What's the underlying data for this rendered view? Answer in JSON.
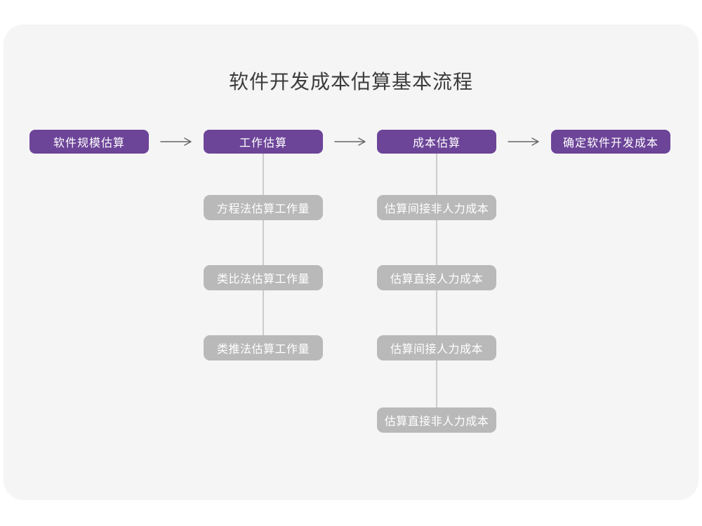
{
  "title": "软件开发成本估算基本流程",
  "flow": {
    "stages": [
      {
        "label": "软件规模估算"
      },
      {
        "label": "工作估算"
      },
      {
        "label": "成本估算"
      },
      {
        "label": "确定软件开发成本"
      }
    ]
  },
  "substeps": {
    "work_estimation": [
      "方程法估算工作量",
      "类比法估算工作量",
      "类推法估算工作量"
    ],
    "cost_estimation": [
      "估算间接非人力成本",
      "估算直接人力成本",
      "估算间接人力成本",
      "估算直接非人力成本"
    ]
  },
  "colors": {
    "stage_box": "#6c4498",
    "substep_box": "#b9b9b9",
    "card_background": "#f5f5f6",
    "connector": "#cccccc",
    "arrow": "#666666",
    "title_text": "#3c3c3c",
    "box_text": "#ffffff"
  }
}
